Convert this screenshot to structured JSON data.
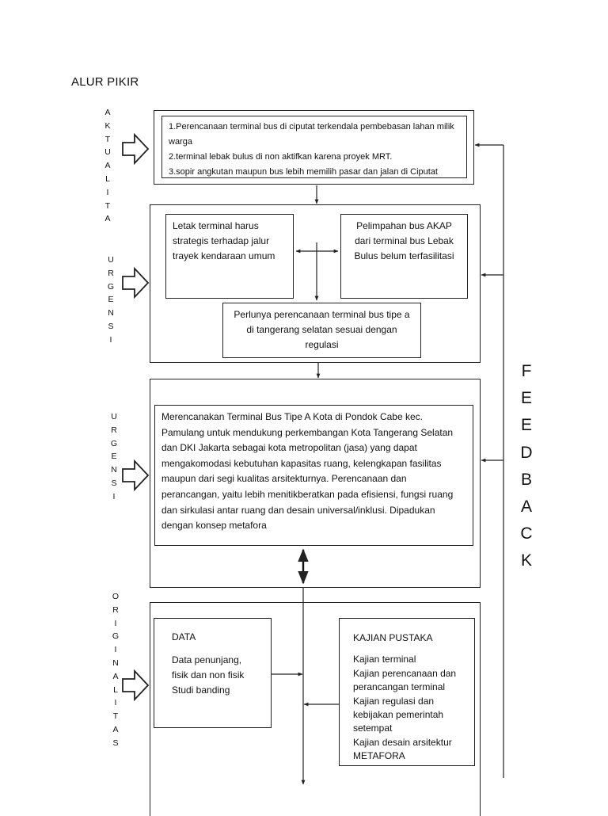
{
  "title": "ALUR PIKIR",
  "side_labels": {
    "aktualita": "A\nK\nT\nU\nA\nL\nI\nT\nA",
    "urgensi_1": "U\nR\nG\nE\nN\nS\nI",
    "urgensi_2": "U\nR\nG\nE\nN\nS\nI",
    "originalitas": "O\nR\nI\nG\nI\nN\nA\nL\nI\nT\nA\nS"
  },
  "feedback": "F\nE\nE\nD\nB\nA\nC\nK",
  "aktualita_items": [
    "1.Perencanaan terminal bus di ciputat terkendala pembebasan lahan milik warga",
    "2.terminal lebak bulus di non aktifkan karena proyek MRT.",
    "3.sopir angkutan maupun bus lebih memilih pasar dan jalan di Ciputat"
  ],
  "urgensi_boxes": {
    "left": "Letak terminal harus strategis terhadap jalur trayek kendaraan umum",
    "right": "Pelimpahan bus AKAP dari terminal bus Lebak Bulus belum terfasilitasi",
    "bottom": "Perlunya perencanaan terminal bus tipe a di tangerang selatan sesuai dengan regulasi"
  },
  "main_paragraph": "Merencanakan Terminal Bus Tipe A Kota di Pondok Cabe kec. Pamulang  untuk mendukung perkembangan Kota Tangerang Selatan dan DKI Jakarta sebagai kota  metropolitan  (jasa)  yang dapat  mengakomodasi kebutuhan kapasitas ruang, kelengkapan fasilitas maupun dari segi kualitas arsitekturnya. Perencanaan dan perancangan, yaitu lebih menitikberatkan pada efisiensi, fungsi ruang dan sirkulasi antar ruang dan desain universal/inklusi. Dipadukan dengan konsep metafora",
  "data_box": {
    "heading": "DATA",
    "lines": [
      "Data penunjang,",
      "fisik dan non fisik",
      "Studi banding"
    ]
  },
  "kajian_box": {
    "heading": "KAJIAN PUSTAKA",
    "lines": [
      "Kajian terminal",
      "Kajian perencanaan dan",
      "perancangan terminal",
      "Kajian regulasi dan",
      "kebijakan pemerintah",
      "setempat",
      "Kajian desain arsitektur",
      "METAFORA"
    ]
  }
}
